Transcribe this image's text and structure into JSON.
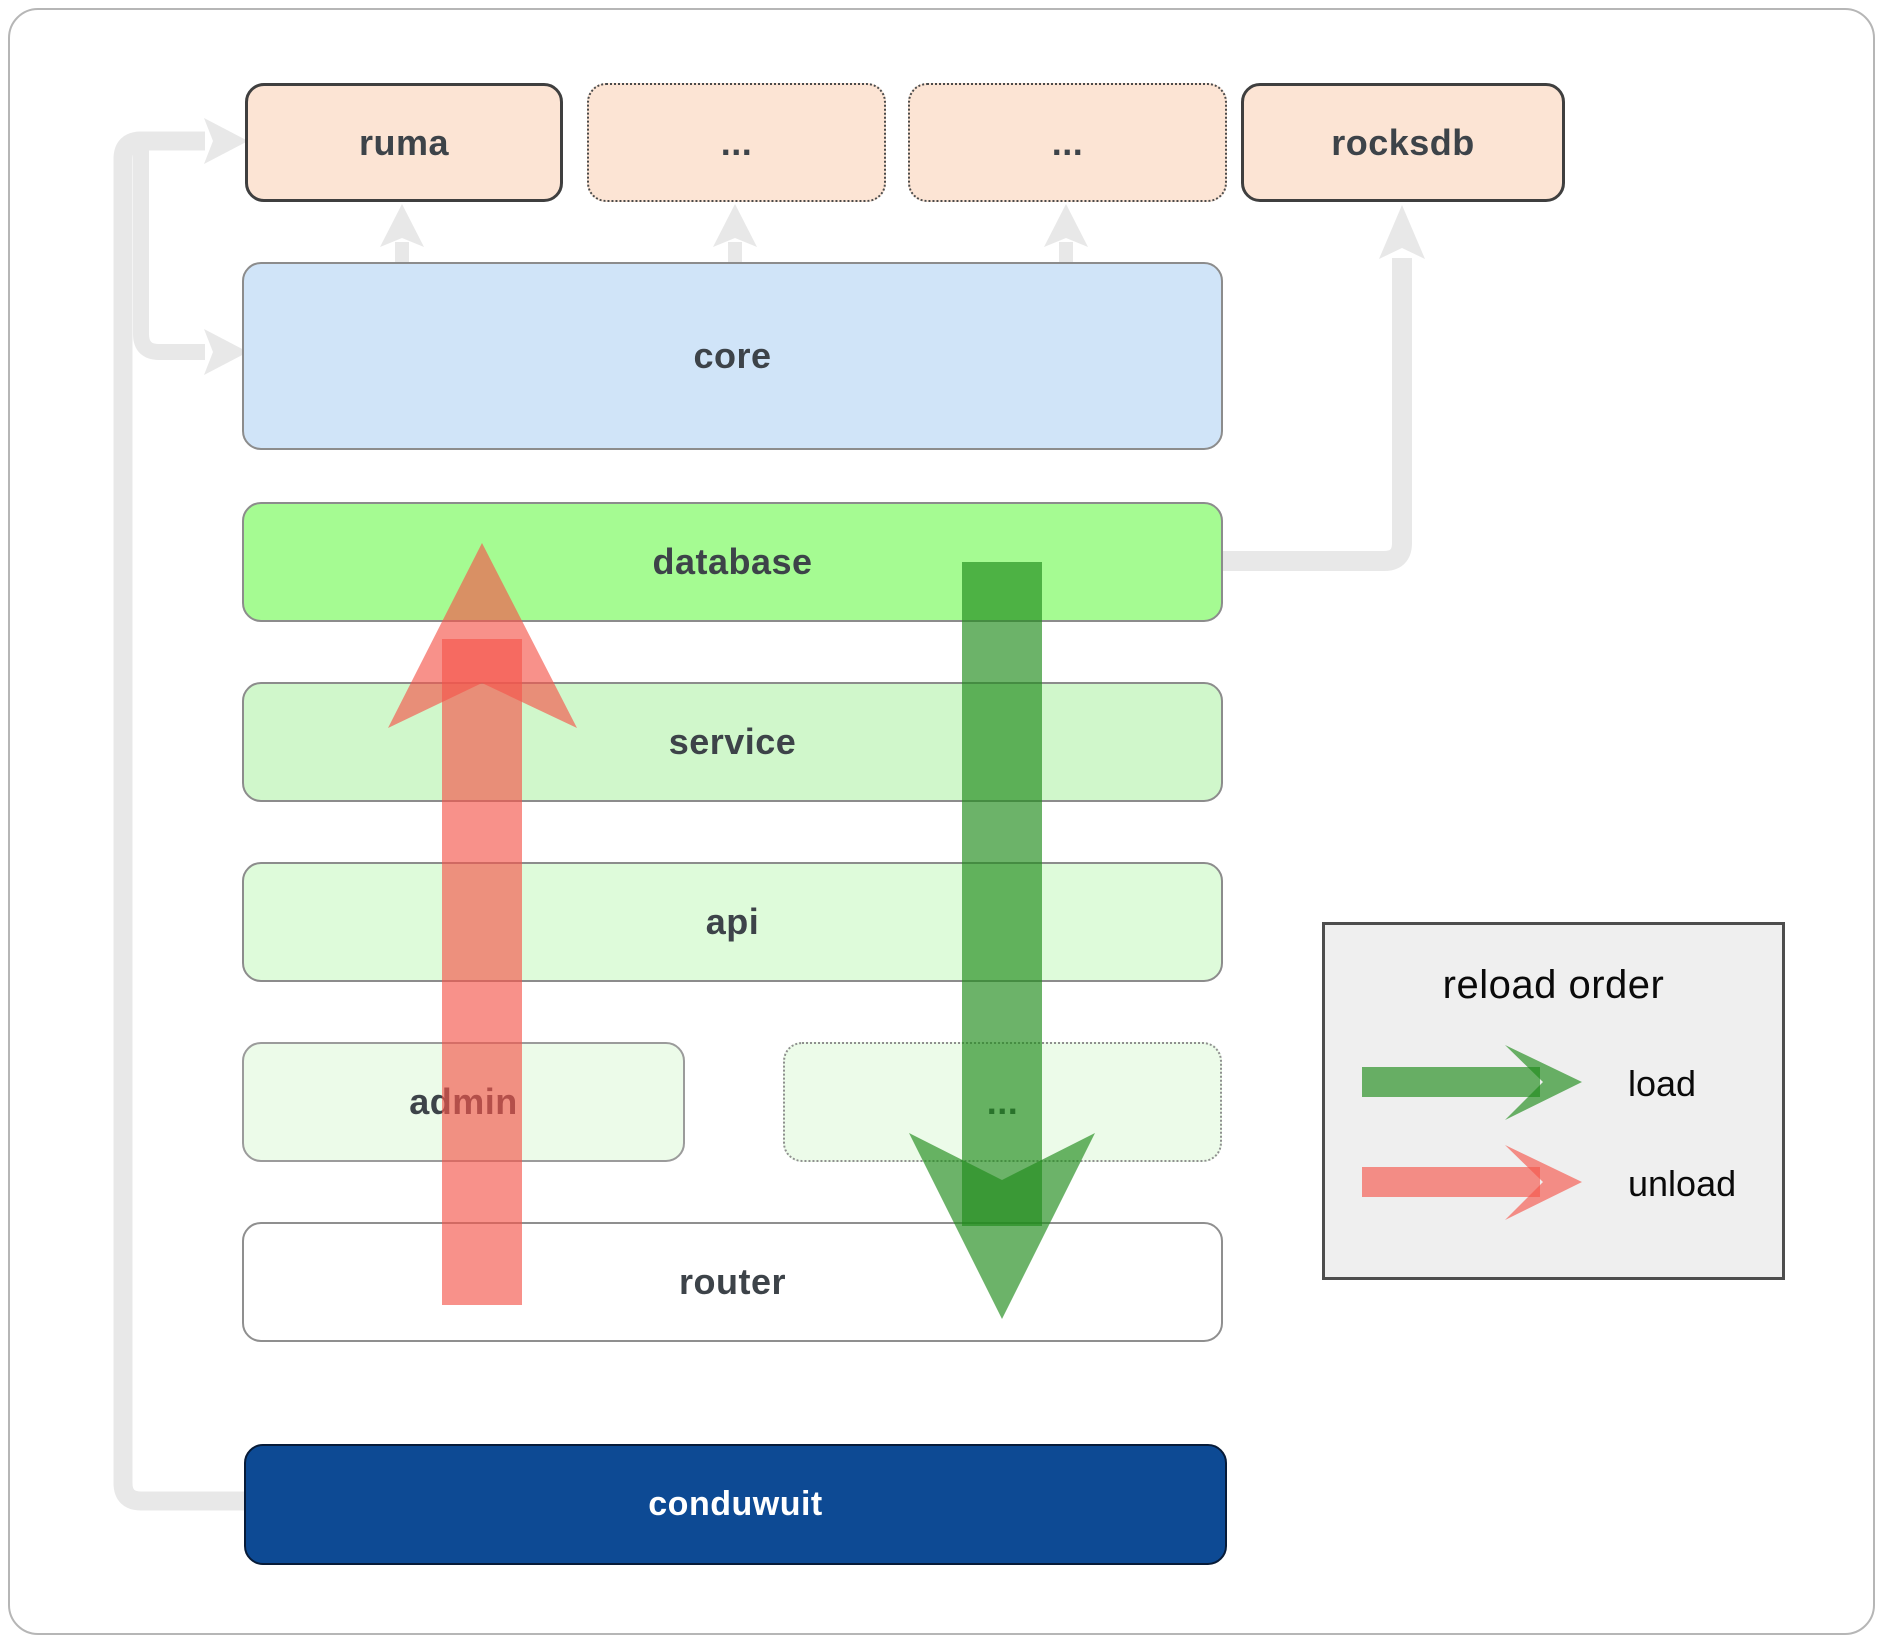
{
  "boxes": {
    "ruma": "ruma",
    "ellipsis_top_1": "...",
    "ellipsis_top_2": "...",
    "rocksdb": "rocksdb",
    "core": "core",
    "database": "database",
    "service": "service",
    "api": "api",
    "admin": "admin",
    "ellipsis_admin": "...",
    "router": "router",
    "conduwuit": "conduwuit"
  },
  "legend": {
    "title": "reload order",
    "load_label": "load",
    "unload_label": "unload"
  },
  "colors": {
    "peach": "#fce4d4",
    "core-blue": "#d0e4f8",
    "db-green": "#a5fb92",
    "service-green": "#d0f7cb",
    "api-green": "#defbda",
    "admin-green": "#ecfbe9",
    "conduwuit-navy": "#0d4a94",
    "legend-bg": "#efefef",
    "connector-gray": "#e8e8e8",
    "load-green": "rgba(32,140,28,0.66)",
    "unload-red": "rgba(244,86,75,0.65)",
    "text-dark": "#3d4349",
    "box-text-white": "#ffffff"
  }
}
